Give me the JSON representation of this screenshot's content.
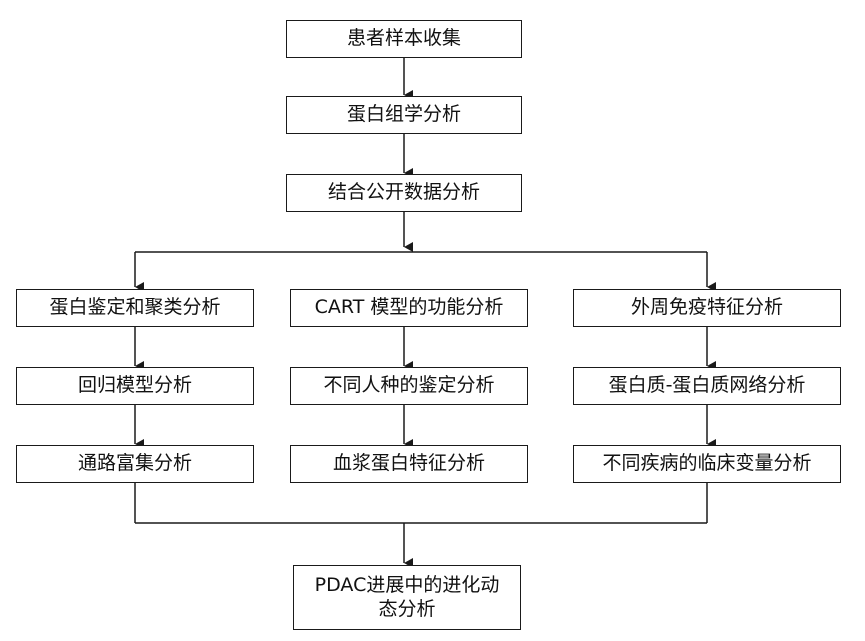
{
  "nodes": {
    "collect": "患者样本收集",
    "proteomics": "蛋白组学分析",
    "public": "结合公开数据分析",
    "left1": "蛋白鉴定和聚类分析",
    "left2": "回归模型分析",
    "left3": "通路富集分析",
    "mid1": "CART 模型的功能分析",
    "mid2": "不同人种的鉴定分析",
    "mid3": "血浆蛋白特征分析",
    "right1": "外周免疫特征分析",
    "right2": "蛋白质-蛋白质网络分析",
    "right3": "不同疾病的临床变量分析",
    "final_line1": "PDAC进展中的进化动",
    "final_line2": "态分析"
  },
  "colors": {
    "line": "#1a1a1a",
    "box_border": "#1a1a1a",
    "text": "#111111"
  }
}
